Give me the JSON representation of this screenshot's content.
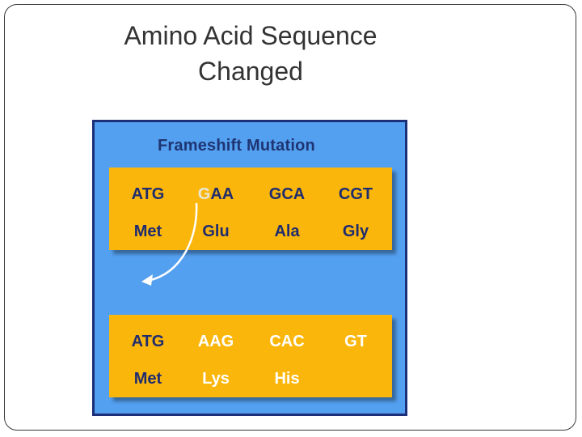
{
  "slide": {
    "title_line1": "Amino Acid Sequence",
    "title_line2": "Changed"
  },
  "diagram": {
    "heading": "Frameshift Mutation",
    "colors": {
      "background": "#54a0f0",
      "border": "#1c2f78",
      "box": "#fbb60c",
      "dark_text": "#1f2c6e",
      "light_text": "#ffffff",
      "arrow": "#ffffff"
    },
    "original": {
      "codons": [
        "ATG",
        "GAA",
        "GCA",
        "CGT"
      ],
      "amino_acids": [
        "Met",
        "Glu",
        "Ala",
        "Gly"
      ],
      "deleted_base": "G",
      "codon2_rest": "AA"
    },
    "mutated": {
      "codons": [
        "ATG",
        "AAG",
        "CAC",
        "GT"
      ],
      "amino_acids": [
        "Met",
        "Lys",
        "His"
      ]
    },
    "arrow_icon": "curved-arrow-icon"
  }
}
